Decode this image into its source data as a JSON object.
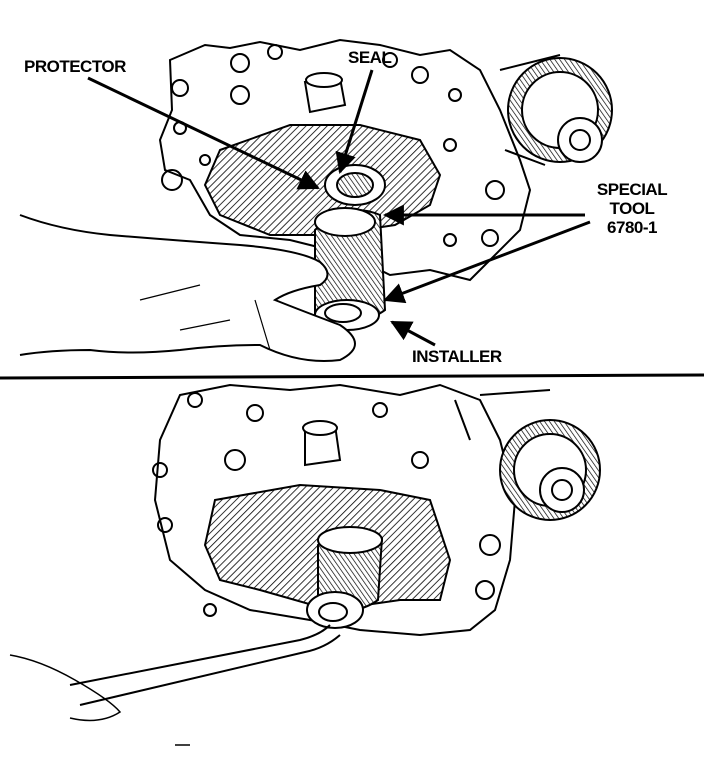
{
  "labels": {
    "protector": "PROTECTOR",
    "seal": "SEAL",
    "special_tool_line1": "SPECIAL",
    "special_tool_line2": "TOOL",
    "special_tool_line3": "6780-1",
    "installer": "INSTALLER"
  },
  "colors": {
    "ink": "#000000",
    "paper": "#ffffff"
  }
}
